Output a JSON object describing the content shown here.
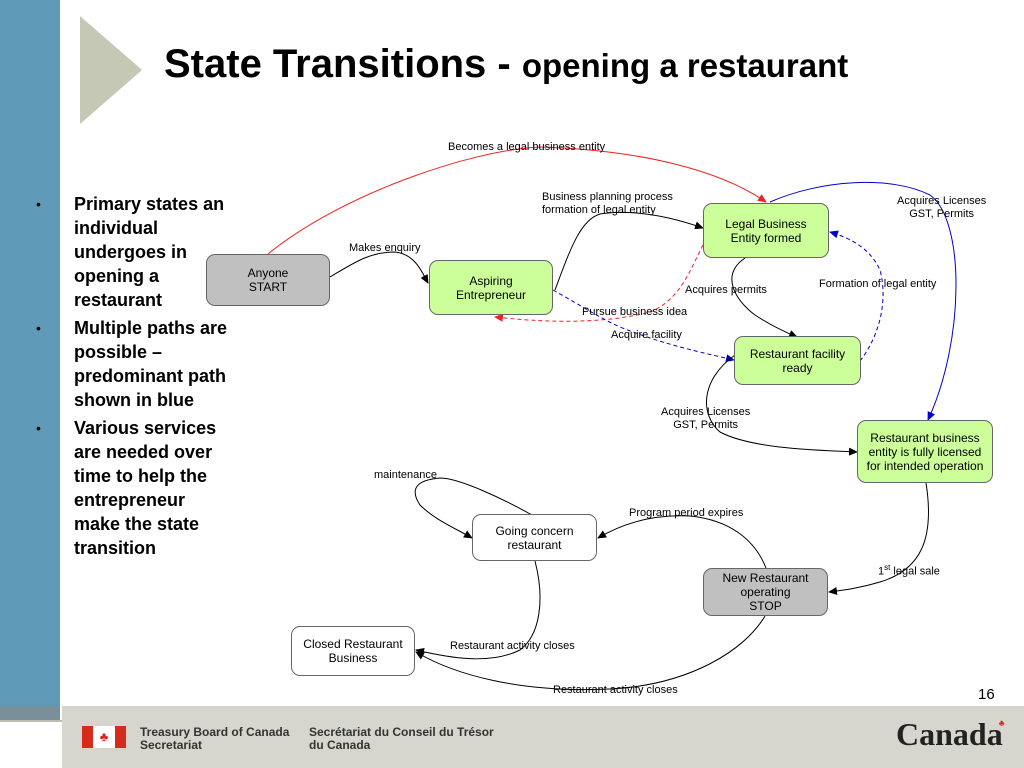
{
  "title": {
    "main": "State Transitions - ",
    "sub": "opening a restaurant"
  },
  "bullets": [
    "Primary states an individual undergoes in opening a restaurant",
    "Multiple paths are possible  – predominant path shown in blue",
    "Various services are needed over time to help the entrepreneur make the state transition"
  ],
  "nodes": {
    "anyone_start": "Anyone\nSTART",
    "aspiring_entrepreneur": "Aspiring\nEntrepreneur",
    "legal_business": "Legal Business\nEntity formed",
    "facility_ready": "Restaurant facility\nready",
    "fully_licensed": "Restaurant business\nentity is fully licensed\nfor intended operation",
    "new_restaurant": "New Restaurant\noperating\nSTOP",
    "going_concern": "Going concern\nrestaurant",
    "closed": "Closed Restaurant\nBusiness"
  },
  "edge_labels": {
    "becomes_legal": "Becomes a legal business entity",
    "business_planning": "Business planning process\nformation of legal entity",
    "acquires_licenses_top": "Acquires Licenses\nGST, Permits",
    "makes_enquiry": "Makes enquiry",
    "acquires_permits": "Acquires permits",
    "formation_legal": "Formation of legal entity",
    "pursue_idea": "Pursue business idea",
    "acquire_facility": "Acquire facility",
    "acquires_licenses_mid": "Acquires Licenses\nGST, Permits",
    "maintenance": "maintenance",
    "program_expires": "Program period expires",
    "first_legal_sale_num": "1",
    "first_legal_sale_sup": "st",
    "first_legal_sale_rest": " legal sale",
    "activity_closes_1": "Restaurant activity closes",
    "activity_closes_2": "Restaurant activity closes"
  },
  "footer": {
    "tb_en": "Treasury Board of Canada\nSecretariat",
    "tb_fr": "Secrétariat du Conseil du Trésor\ndu Canada",
    "wordmark": "Canada",
    "flag_glyph": "♣",
    "flag_mini": "♣"
  },
  "page_number": "16",
  "bullet_glyph": "•",
  "colors": {
    "accent_blue": "#5f9ab8",
    "node_green": "#ccff99",
    "node_gray": "#c0c0c0",
    "path_blue": "#0000cc",
    "path_red": "#ee2222"
  }
}
